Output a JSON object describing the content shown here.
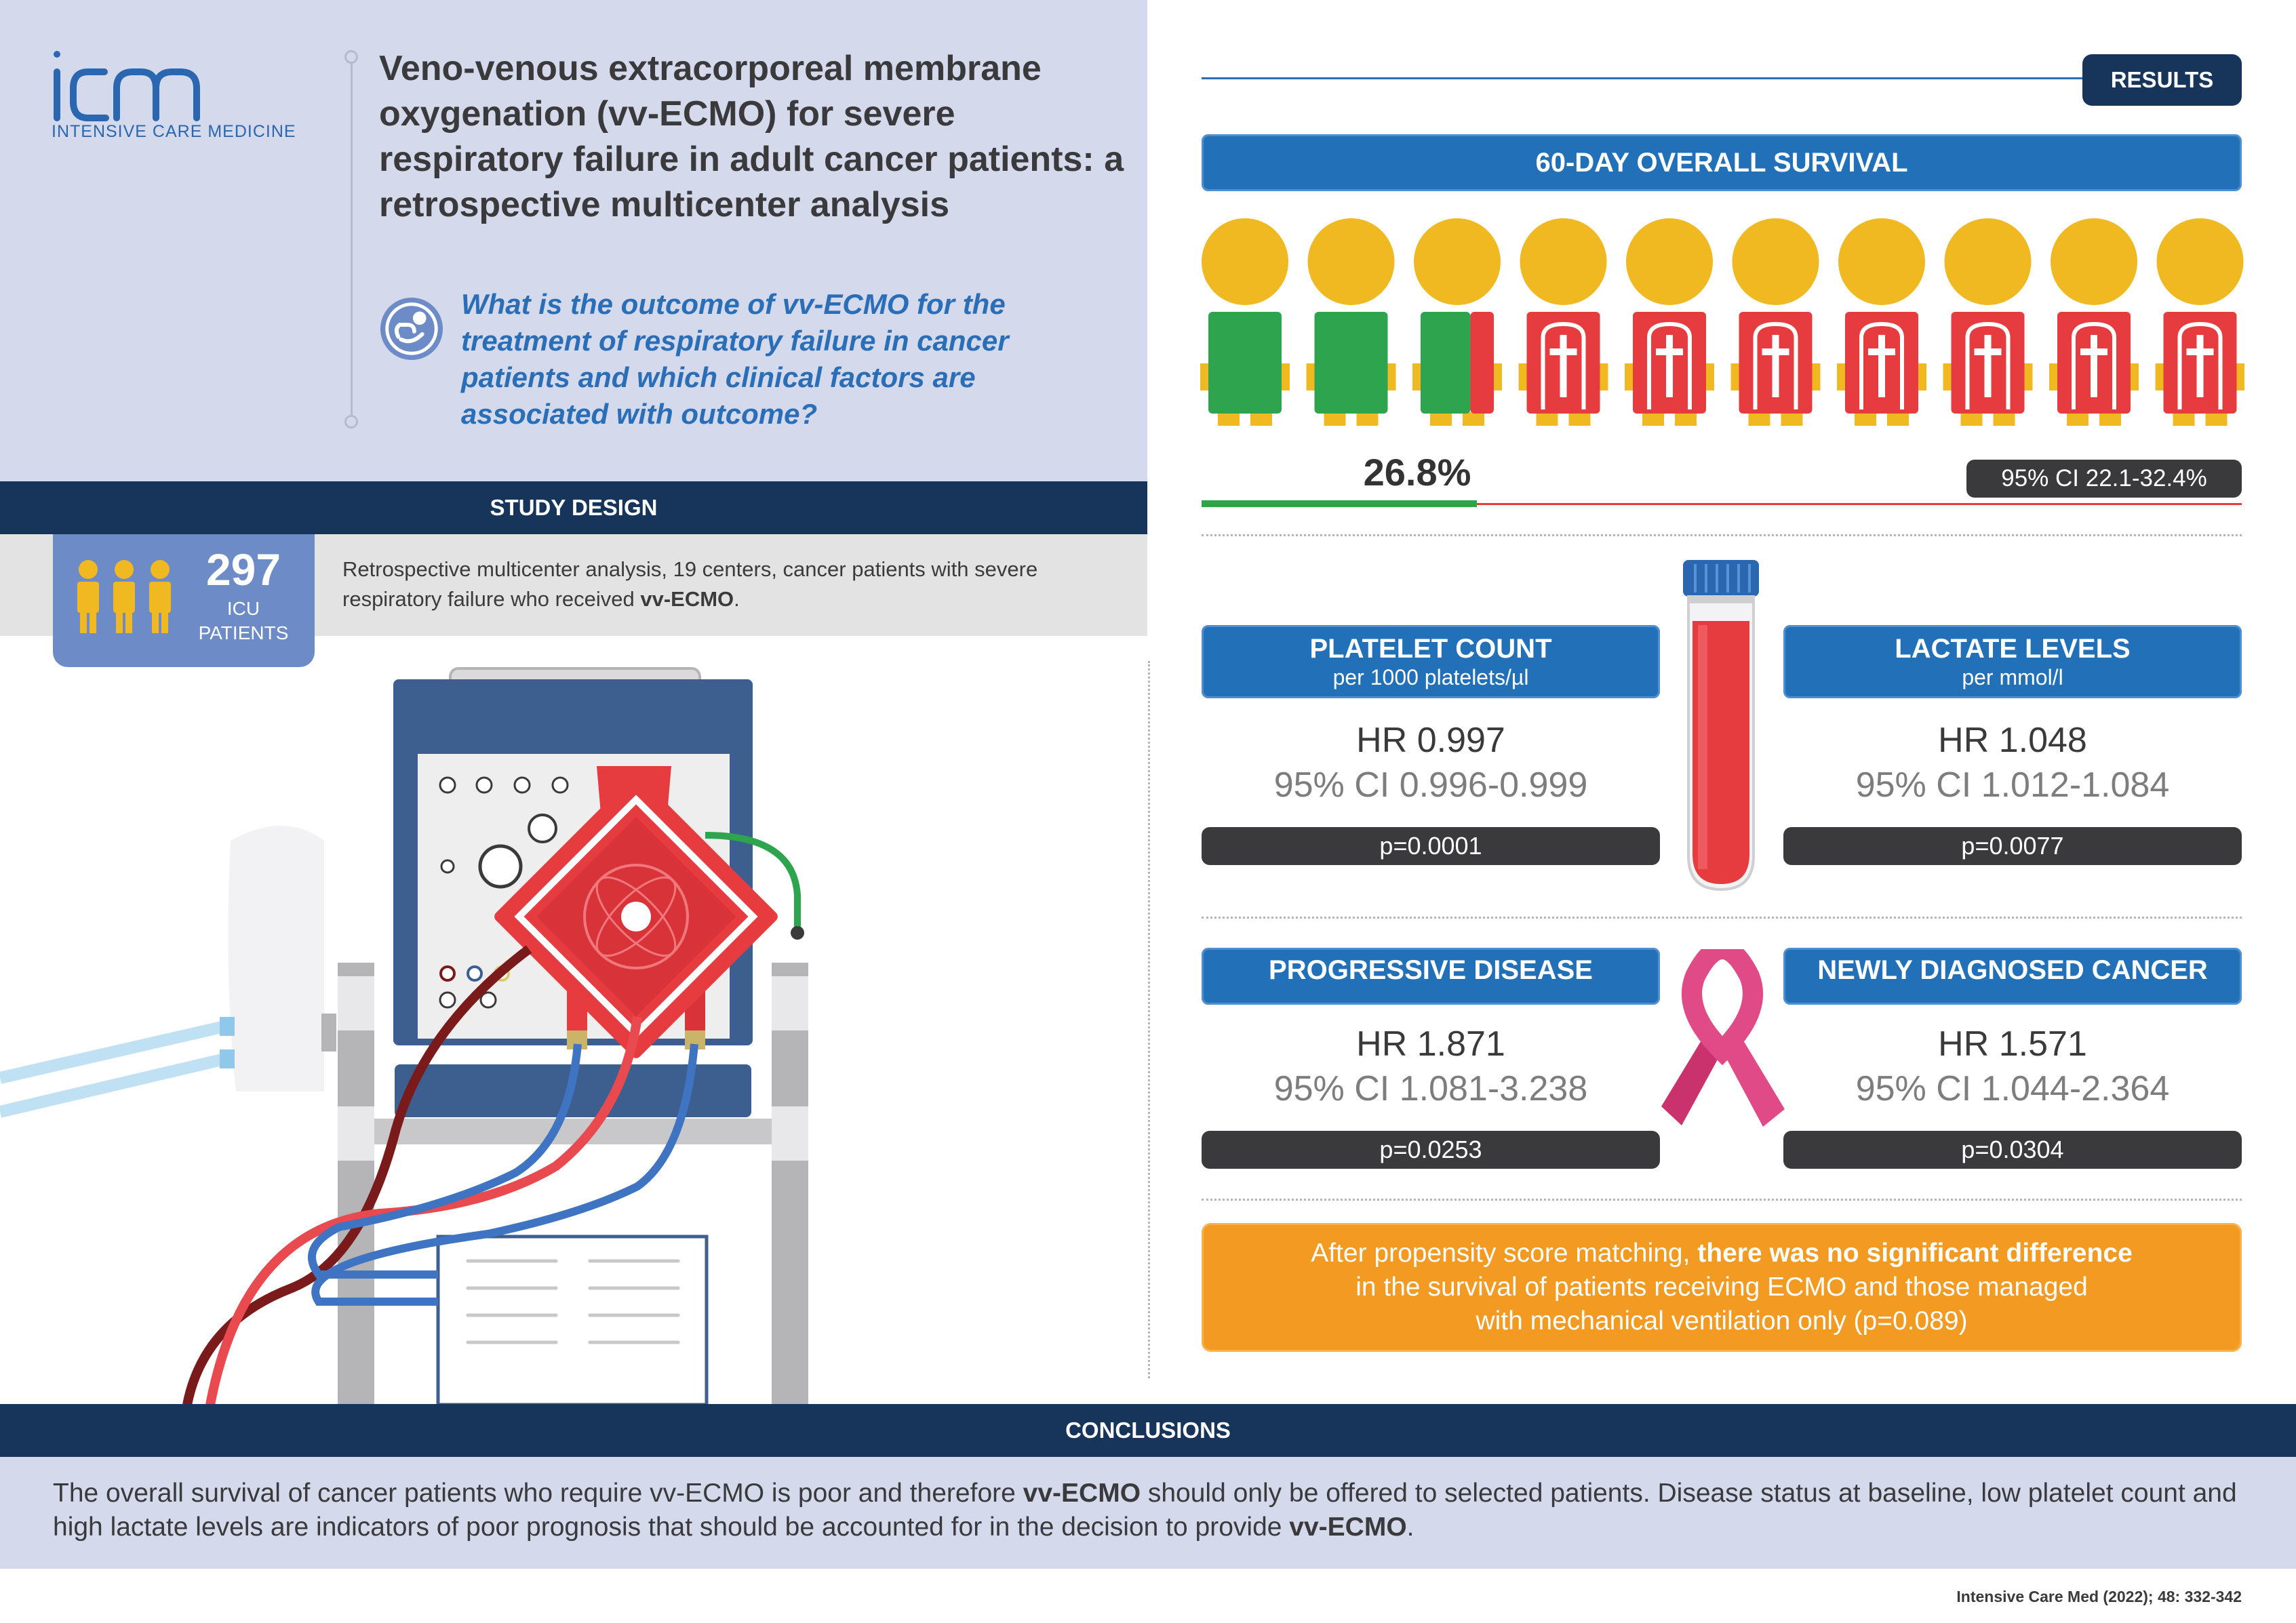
{
  "header": {
    "logo_text": "icm",
    "logo_subtitle": "INTENSIVE CARE MEDICINE",
    "title": "Veno-venous extracorporeal membrane oxygenation (vv-ECMO) for severe respiratory failure in adult cancer patients: a retrospective multicenter analysis",
    "question": "What is the outcome of vv-ECMO for the treatment of respiratory failure in cancer patients and which clinical factors are associated with outcome?",
    "question_icon": "question-bubble-icon"
  },
  "study_design": {
    "label": "STUDY DESIGN",
    "patients_count": "297",
    "patients_label_line1": "ICU",
    "patients_label_line2": "PATIENTS",
    "people_icon": "people-group-icon",
    "text_plain": "Retrospective multicenter analysis, 19 centers, cancer patients with severe respiratory failure who received ",
    "text_bold": "vv-ECMO",
    "text_end": "."
  },
  "results": {
    "badge": "RESULTS",
    "survival": {
      "title": "60-DAY OVERALL SURVIVAL",
      "percentage": "26.8%",
      "survival_fraction": 0.268,
      "ci": "95% CI 22.1-32.4%",
      "icons_total": 10,
      "alive_color": "#2ea44f",
      "dead_color": "#e63b3f",
      "head_color": "#f0b922"
    },
    "platelet": {
      "title": "PLATELET COUNT",
      "subtitle": "per 1000 platelets/µl",
      "hr": "HR 0.997",
      "ci": "95% CI 0.996-0.999",
      "p": "p=0.0001"
    },
    "lactate": {
      "title": "LACTATE LEVELS",
      "subtitle": "per mmol/l",
      "hr": "HR 1.048",
      "ci": "95% CI 1.012-1.084",
      "p": "p=0.0077"
    },
    "progressive": {
      "title": "PROGRESSIVE DISEASE",
      "hr": "HR 1.871",
      "ci": "95% CI 1.081-3.238",
      "p": "p=0.0253"
    },
    "newly": {
      "title": "NEWLY DIAGNOSED CANCER",
      "hr": "HR 1.571",
      "ci": "95% CI 1.044-2.364",
      "p": "p=0.0304"
    },
    "icons": {
      "blood_tube": "blood-tube-icon",
      "ribbon": "cancer-ribbon-icon"
    },
    "propensity": {
      "line1_plain": "After propensity score matching, ",
      "line1_bold": "there was no significant difference",
      "line2": "in the survival of patients receiving ECMO and those managed",
      "line3": "with mechanical ventilation only (p=0.089)"
    }
  },
  "conclusions": {
    "label": "CONCLUSIONS",
    "part1": "The overall survival of cancer patients who require vv-ECMO is poor and therefore ",
    "bold1": "vv-ECMO",
    "part2": " should only be offered to selected patients. Disease status at baseline, low platelet count and high lactate levels are indicators of poor prognosis that should be accounted for in the decision to provide ",
    "bold2": "vv-ECMO",
    "part3": "."
  },
  "citation": "Intensive Care Med (2022); 48: 332-342",
  "colors": {
    "navy": "#17355a",
    "blue": "#2170b8",
    "lavender": "#d4d9eb",
    "orange": "#f29a21",
    "dark_pill": "#3a3a3c"
  }
}
